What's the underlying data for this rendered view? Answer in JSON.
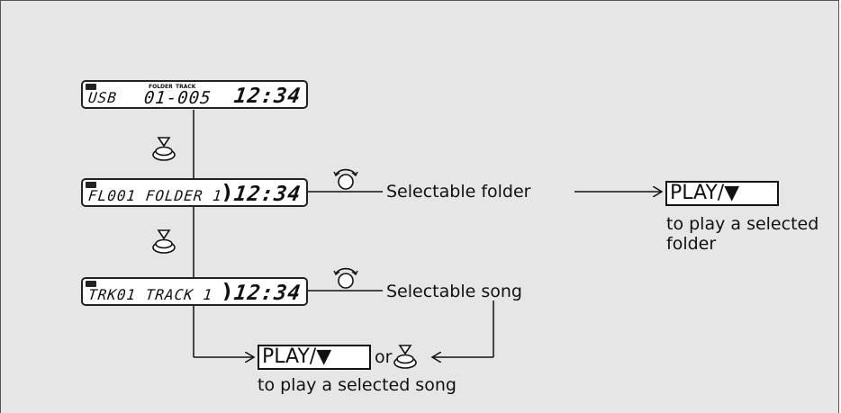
{
  "display_usb": {
    "source": "USB",
    "folder_caption": "FOLDER",
    "track_caption": "TRACK",
    "folder_track": "01-005",
    "time": "12:34"
  },
  "display_folder": {
    "text": "FL001 FOLDER 1",
    "time": "12:34"
  },
  "display_track": {
    "text": "TRK01 TRACK 1",
    "time": "12:34"
  },
  "labels": {
    "selectable_folder": "Selectable folder",
    "selectable_song": "Selectable song",
    "play_folder_button": "PLAY/▼",
    "play_folder_caption_line1": "to play a selected",
    "play_folder_caption_line2": "folder",
    "play_song_button": "PLAY/▼",
    "or": "or",
    "play_song_caption": "to play a selected song"
  },
  "icons": {
    "press_knob": "push-knob-icon",
    "rotate_knob": "rotate-knob-icon"
  },
  "colors": {
    "background": "#e6e6e6",
    "line": "#111111",
    "lcd_bg": "#ffffff"
  }
}
